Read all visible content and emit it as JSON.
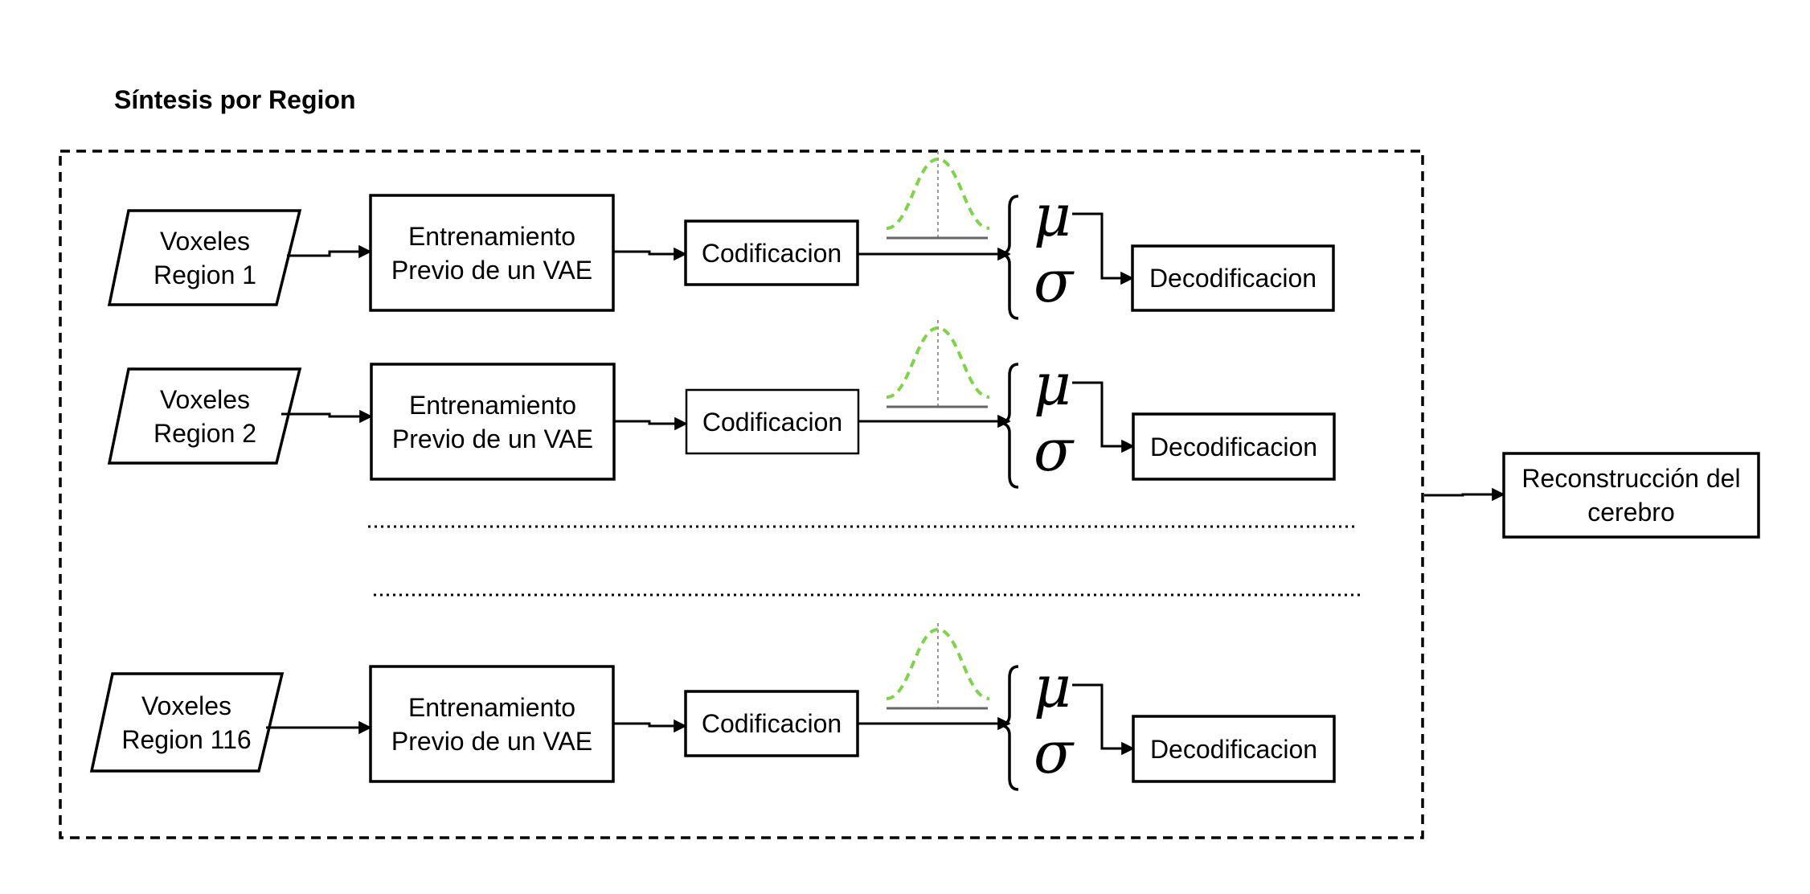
{
  "title": "Síntesis por Region",
  "rows": [
    {
      "input": "Voxeles\nRegion 1",
      "training": "Entrenamiento\nPrevio de un VAE",
      "encoding": "Codificacion",
      "mu": "μ",
      "sigma": "σ",
      "decoding": "Decodificacion"
    },
    {
      "input": "Voxeles\nRegion 2",
      "training": "Entrenamiento\nPrevio de un VAE",
      "encoding": "Codificacion",
      "mu": "μ",
      "sigma": "σ",
      "decoding": "Decodificacion"
    },
    {
      "input": "Voxeles\nRegion 116",
      "training": "Entrenamiento\nPrevio de un VAE",
      "encoding": "Codificacion",
      "mu": "μ",
      "sigma": "σ",
      "decoding": "Decodificacion"
    }
  ],
  "output": "Reconstrucción del\ncerebro",
  "colors": {
    "stroke": "#000000",
    "gaussian": "#7ed348",
    "baseline": "#666666",
    "axis": "#999999"
  }
}
